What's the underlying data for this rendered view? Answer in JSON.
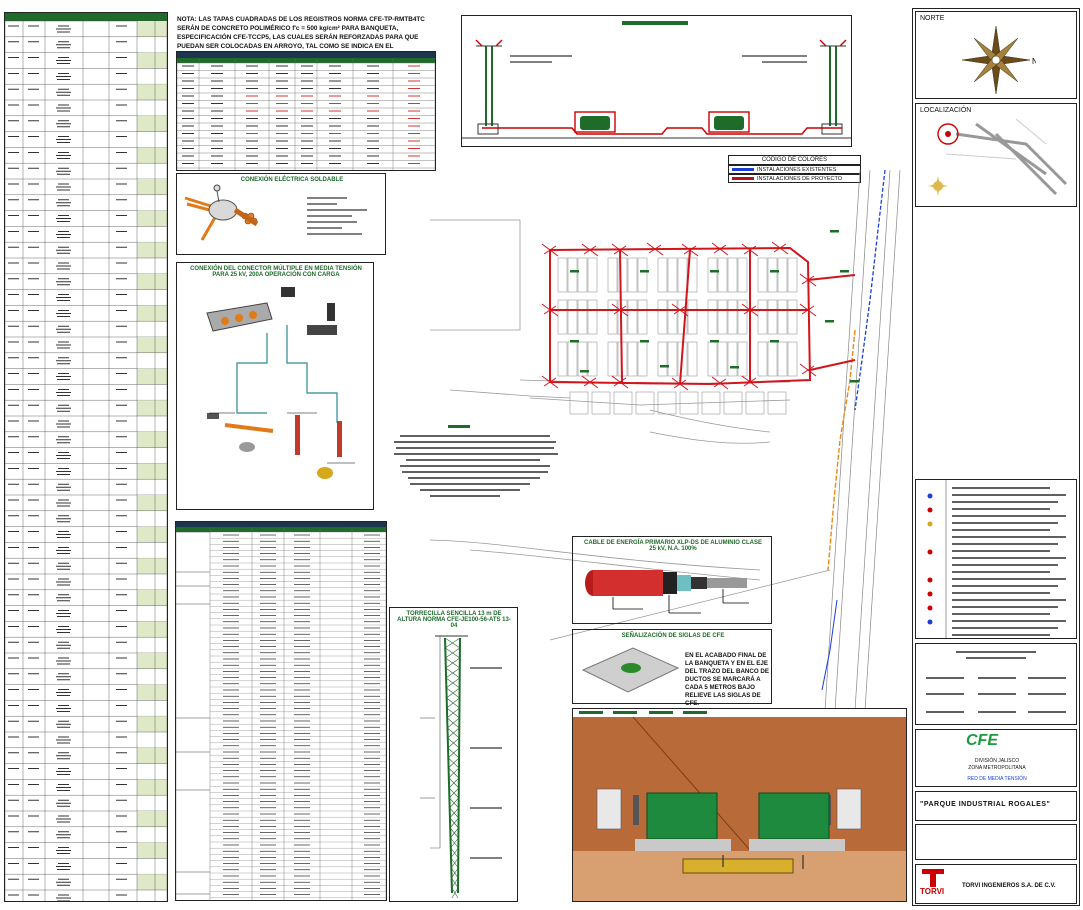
{
  "note": {
    "text": "NOTA: LAS TAPAS CUADRADAS DE LOS REGISTROS NORMA CFE-TP-RMTB4TC SERÁN DE CONCRETO POLIMÉRICO f'c = 500 kg/cm² PARA BANQUETA, ESPECIFICACIÓN CFE-TCCP5, LAS CUALES SERÁN REFORZADAS PARA QUE PUEDAN SER COLOCADAS EN ARROYO, TAL COMO SE INDICA EN EL PROYECTO."
  },
  "color_code": {
    "title": "CÓDIGO DE COLORES",
    "items": [
      {
        "label": "INSTALACIONES EXISTENTES",
        "color": "#1a3ed6"
      },
      {
        "label": "INSTALACIONES DE PROYECTO",
        "color": "#b5121b"
      }
    ]
  },
  "soldable": {
    "title": "CONEXIÓN ELÉCTRICA SOLDABLE"
  },
  "multiple": {
    "title": "CONEXIÓN DEL CONECTOR MÚLTIPLE EN MEDIA TENSIÓN PARA 25 kV, 200A OPERACIÓN CON CARGA"
  },
  "cable": {
    "title": "CABLE DE ENERGÍA PRIMARIO XLP-DS DE ALUMINIO CLASE 25 kV, N.A. 100%"
  },
  "siglas": {
    "title": "SEÑALIZACIÓN DE SIGLAS DE CFE",
    "text": "EN EL ACABADO FINAL DE LA BANQUETA Y EN EL EJE DEL TRAZO DEL BANCO DE DUCTOS SE MARCARÁ A CADA 5 METROS BAJO RELIEVE LAS SIGLAS DE CFE."
  },
  "tower": {
    "title": "TORRECILLA SENCILLA 13 m DE ALTURA NORMA CFE-JE100-56-ATS 13-04"
  },
  "title_block": {
    "north": "NORTE",
    "north_letter": "N",
    "location": "LOCALIZACIÓN",
    "cfe_logo": "CFE",
    "division": "DIVISIÓN JALISCO",
    "zone": "ZONA METROPOLITANA",
    "network": "RED DE MEDIA TENSIÓN",
    "project": "\"PARQUE INDUSTRIAL ROGALES\"",
    "company": "TORVI INGENIEROS S.A. DE C.V.",
    "company_logo": "TORVI"
  },
  "colors": {
    "existing": "#1a3ed6",
    "project": "#d2141b",
    "orange": "#e98a16",
    "green": "#1e6b2a",
    "teal": "#2a8a8f",
    "soil": "#b86a38"
  }
}
